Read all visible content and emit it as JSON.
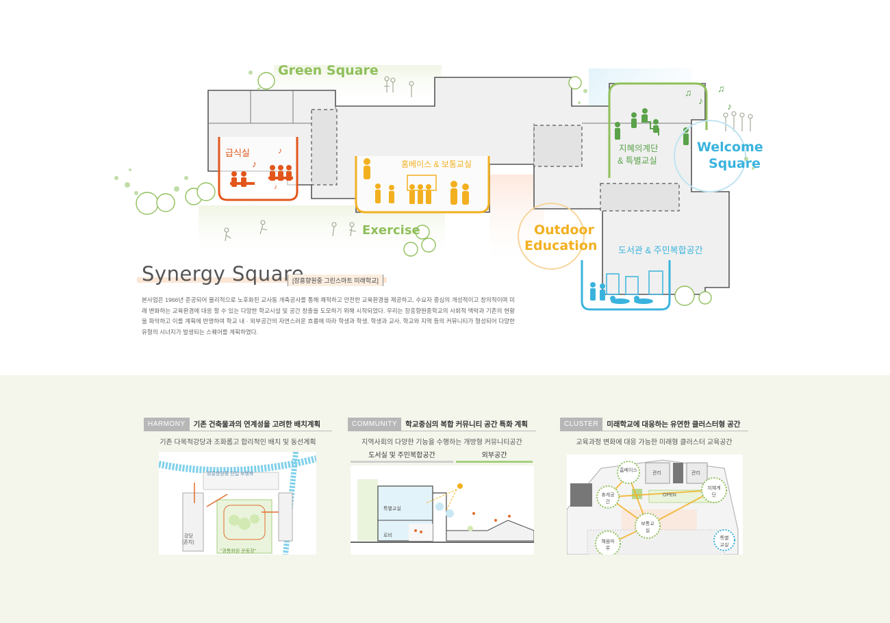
{
  "zones": {
    "green_square": "Green Square",
    "cafeteria": "급식실",
    "homebase": "홈베이스 & 보통교실",
    "exercise": "Exercise",
    "outdoor_line1": "Outdoor",
    "outdoor_line2": "Education",
    "wisdom_line1": "지혜의계단",
    "wisdom_line2": "& 특별교실",
    "welcome_line1": "Welcome",
    "welcome_line2": "Square",
    "library": "도서관 & 주민복합공간"
  },
  "colors": {
    "green": "#8fbf5a",
    "orange": "#e2561c",
    "yellow": "#f2b020",
    "cyan": "#39b3dd",
    "gray_line": "#555555"
  },
  "header": {
    "title": "Synergy Square",
    "subtitle": "[장흥향원중 그린스마트 미래학교]"
  },
  "description": "본사업은 1966년 준공되어 물리적으로 노후화된 교사동 개축공사를 통해 쾌적하고 안전한 교육환경을 제공하고, 수요자 중심의 개성적이고 창의적이며 미래 변화하는 교육환경에 대응 할 수 있는 다양한 학교시설 및 공간 창출을 도모하기 위해 시작되었다. 우리는 장흥향원중학교의 사회적 맥락과 기존의 현황을 파악하고 이를 계획에 반영하여 학교 내 · 외부공간의 자연스러운 흐름에 따라 학생과 학생, 학생과 교사, 학교와 지역 등의 커뮤니티가 형성되어 다양한 유형의 시너지가 발생되는 스퀘어를 계획하였다.",
  "panels": [
    {
      "tag": "HARMONY",
      "heading": "기존 건축물과의 연계성을 고려한 배치계획",
      "sub": "기존 다목적강당과 조화롭고 합리적인 배치 및 동선계획",
      "labels": {
        "hall": "강당",
        "hall2": "(존치)",
        "field": "\"경통화원 운동장\"",
        "road": "장흥향원중 진입 보행축"
      }
    },
    {
      "tag": "COMMUNITY",
      "heading": "학교중심의 복합 커뮤니티 공간 특화 계획",
      "sub": "지역사회의 다양한 기능을 수행하는 개방형 커뮤니티공간",
      "legend_left": "도서실 및 주민복합공간",
      "legend_right": "외부공간",
      "labels": {
        "special": "특별교실",
        "lobby": "로비"
      }
    },
    {
      "tag": "CLUSTER",
      "heading": "미래학교에 대응하는 유연한 클러스터형 공간",
      "sub": "교육과정 변화에 대응 가능한 미래형 클러스터 교육공간",
      "labels": {
        "homebase": "홈베이스",
        "admin1": "관리",
        "admin2": "관리",
        "rest": "휴게공간",
        "open": "OPEN",
        "wisdom": "지혜계단",
        "normal": "보통교실",
        "maru": "해움마루",
        "special": "특별교실"
      }
    }
  ]
}
